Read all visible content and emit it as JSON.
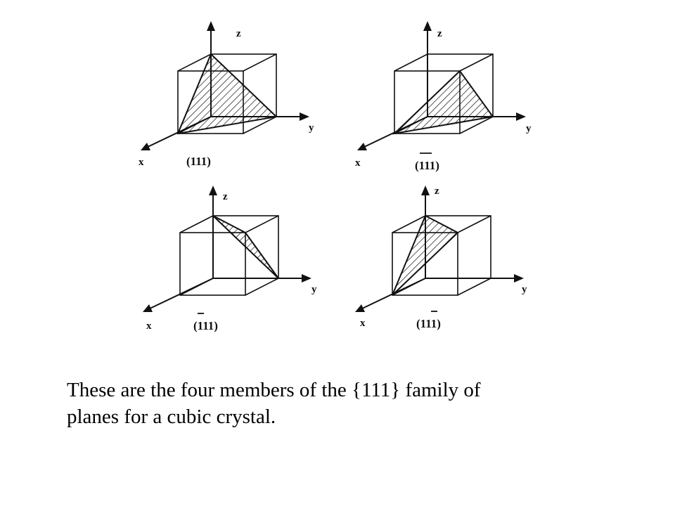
{
  "figure": {
    "panels": [
      {
        "label": "(111)",
        "overbar": "none",
        "axes": {
          "x": "x",
          "y": "y",
          "z": "z"
        }
      },
      {
        "label": "(111)",
        "overbar": "y",
        "axes": {
          "x": "x",
          "y": "y",
          "z": "z"
        }
      },
      {
        "label": "(111)",
        "overbar": "x",
        "axes": {
          "x": "x",
          "y": "y",
          "z": "z"
        }
      },
      {
        "label": "(111)",
        "overbar": "z",
        "axes": {
          "x": "x",
          "y": "y",
          "z": "z"
        }
      }
    ]
  },
  "caption": {
    "line1": "These are the four members of the {111} family of",
    "line2": "planes for a cubic crystal."
  }
}
